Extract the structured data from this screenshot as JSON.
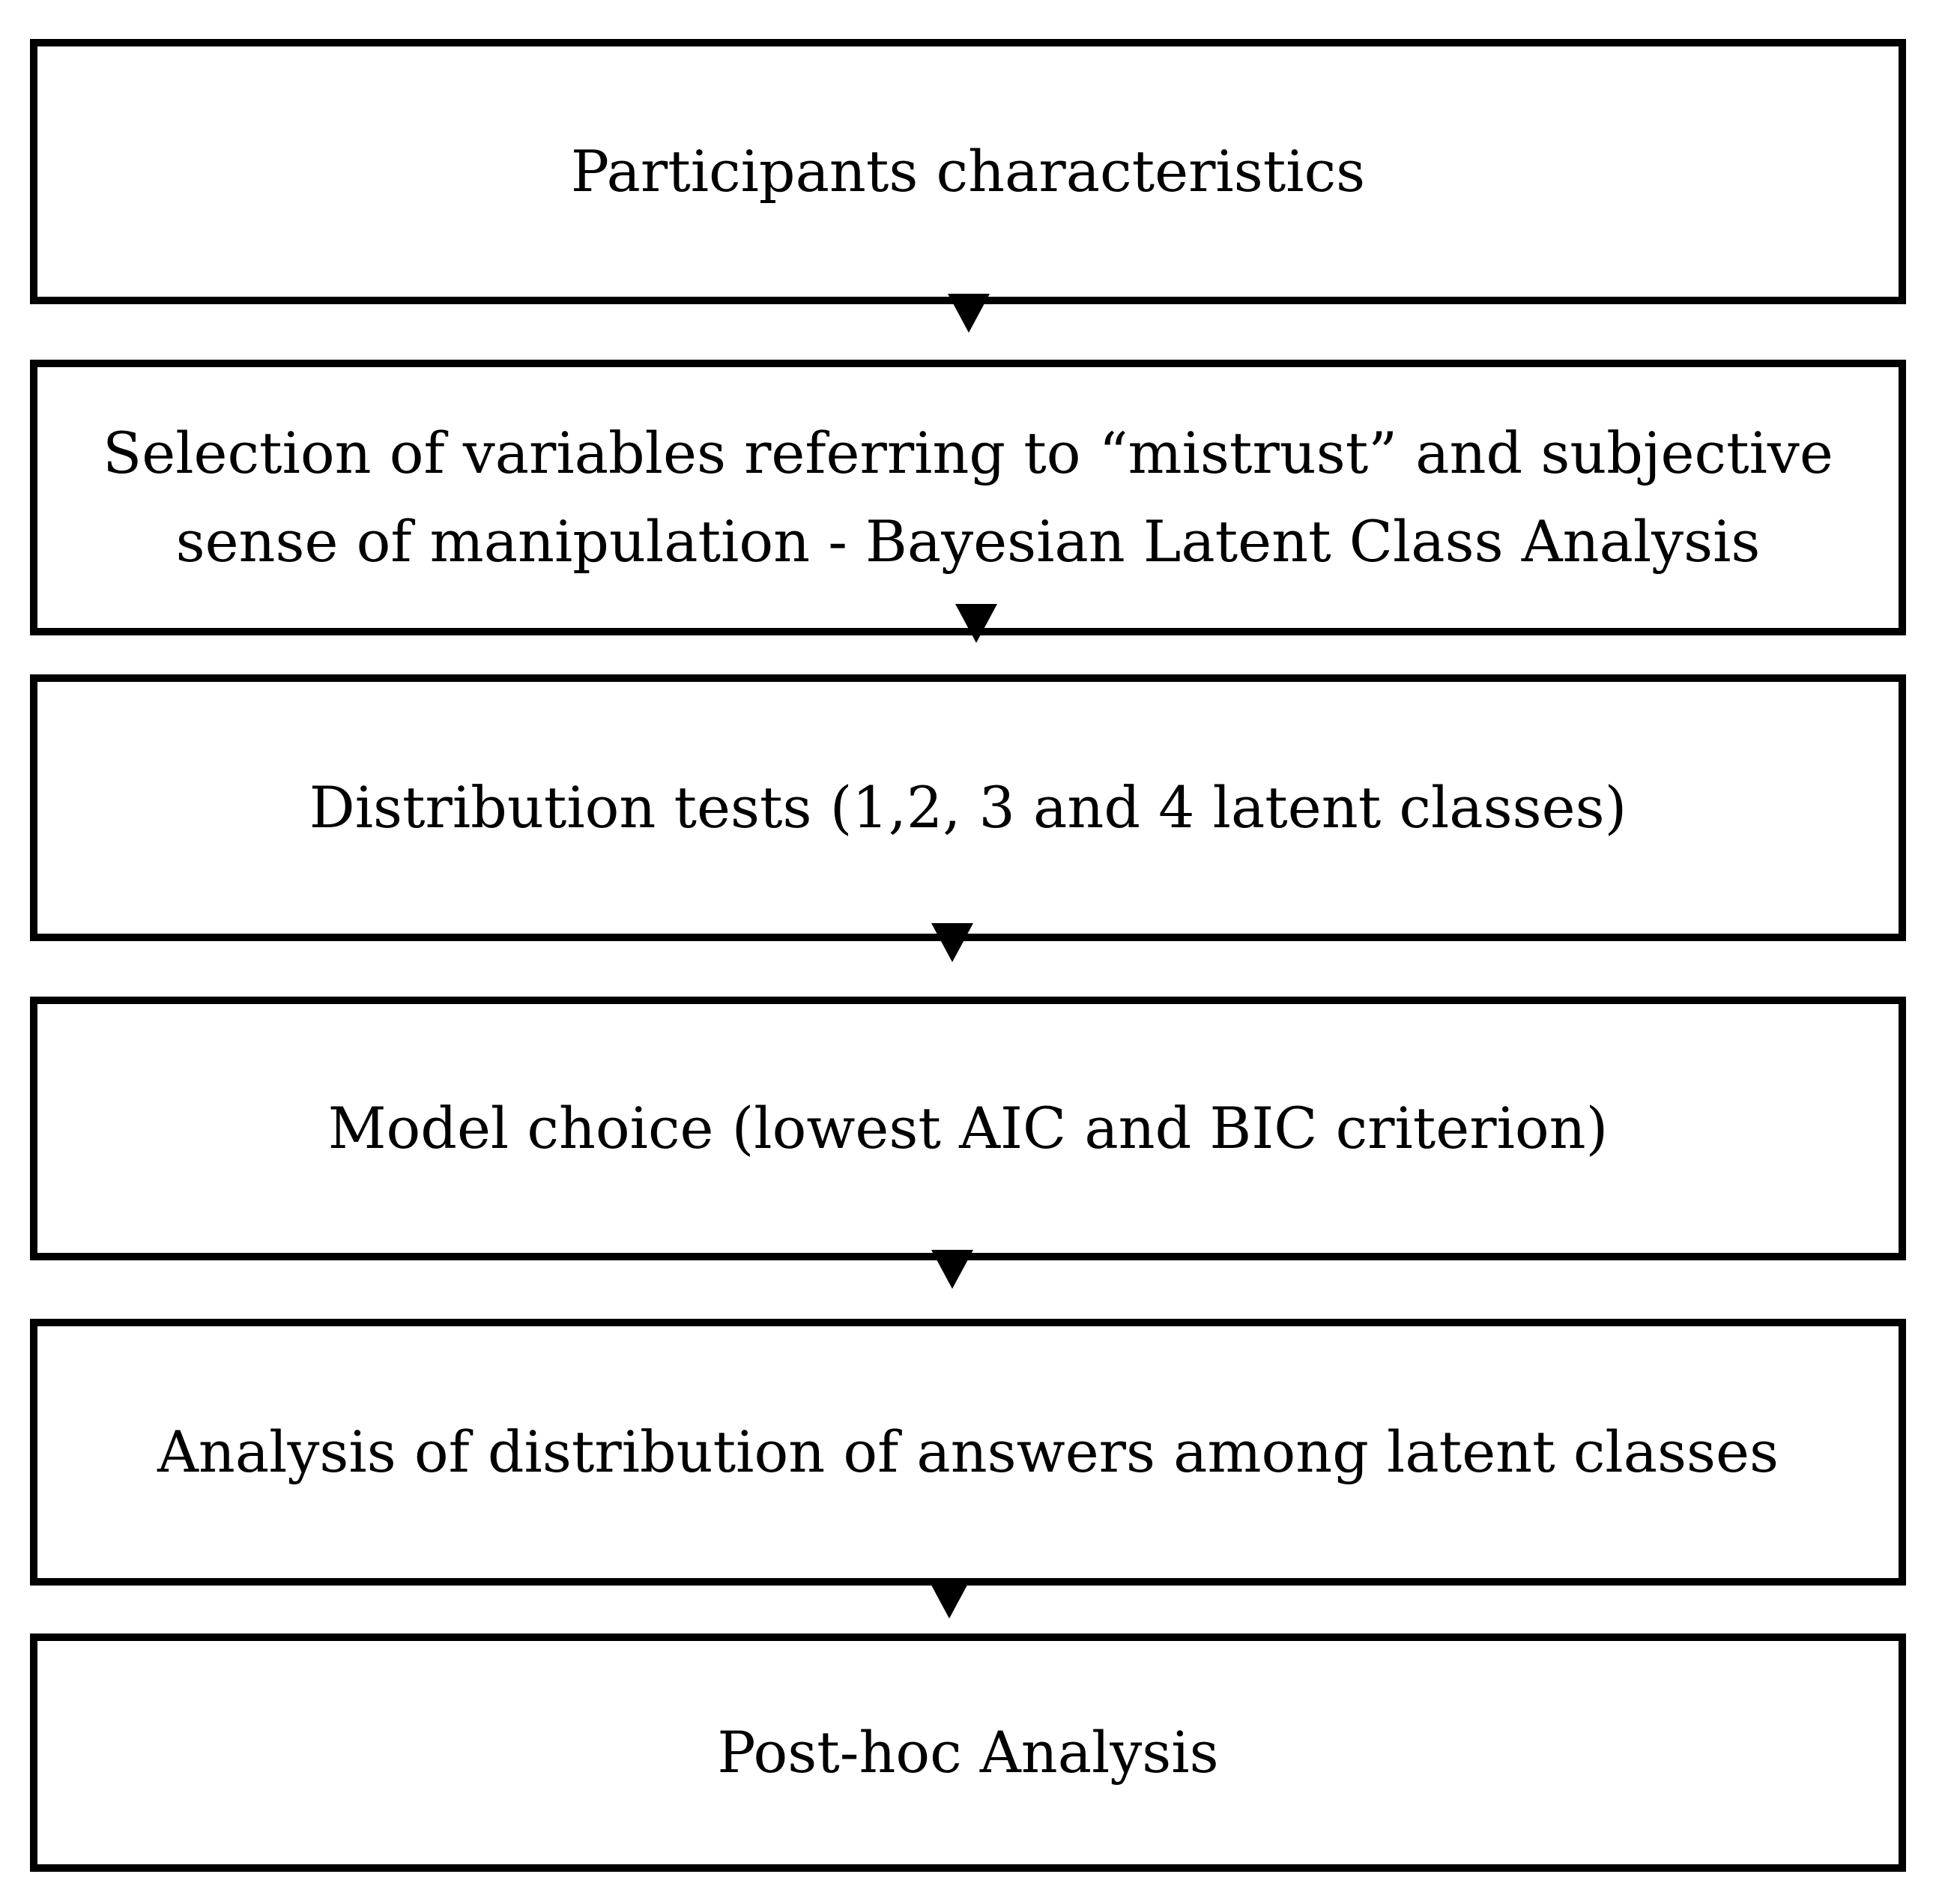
{
  "flowchart": {
    "steps": [
      {
        "label": "Participants characteristics"
      },
      {
        "label": "Selection of variables referring to “mistrust” and subjective sense of manipulation - Bayesian Latent Class Analysis"
      },
      {
        "label": "Distribution tests (1,2, 3 and 4 latent classes)"
      },
      {
        "label": "Model choice (lowest AIC and BIC criterion)"
      },
      {
        "label": "Analysis of distribution of answers among latent classes"
      },
      {
        "label": "Post-hoc Analysis"
      }
    ]
  },
  "colors": {
    "border": "#000000",
    "background": "#ffffff",
    "text": "#000000"
  }
}
